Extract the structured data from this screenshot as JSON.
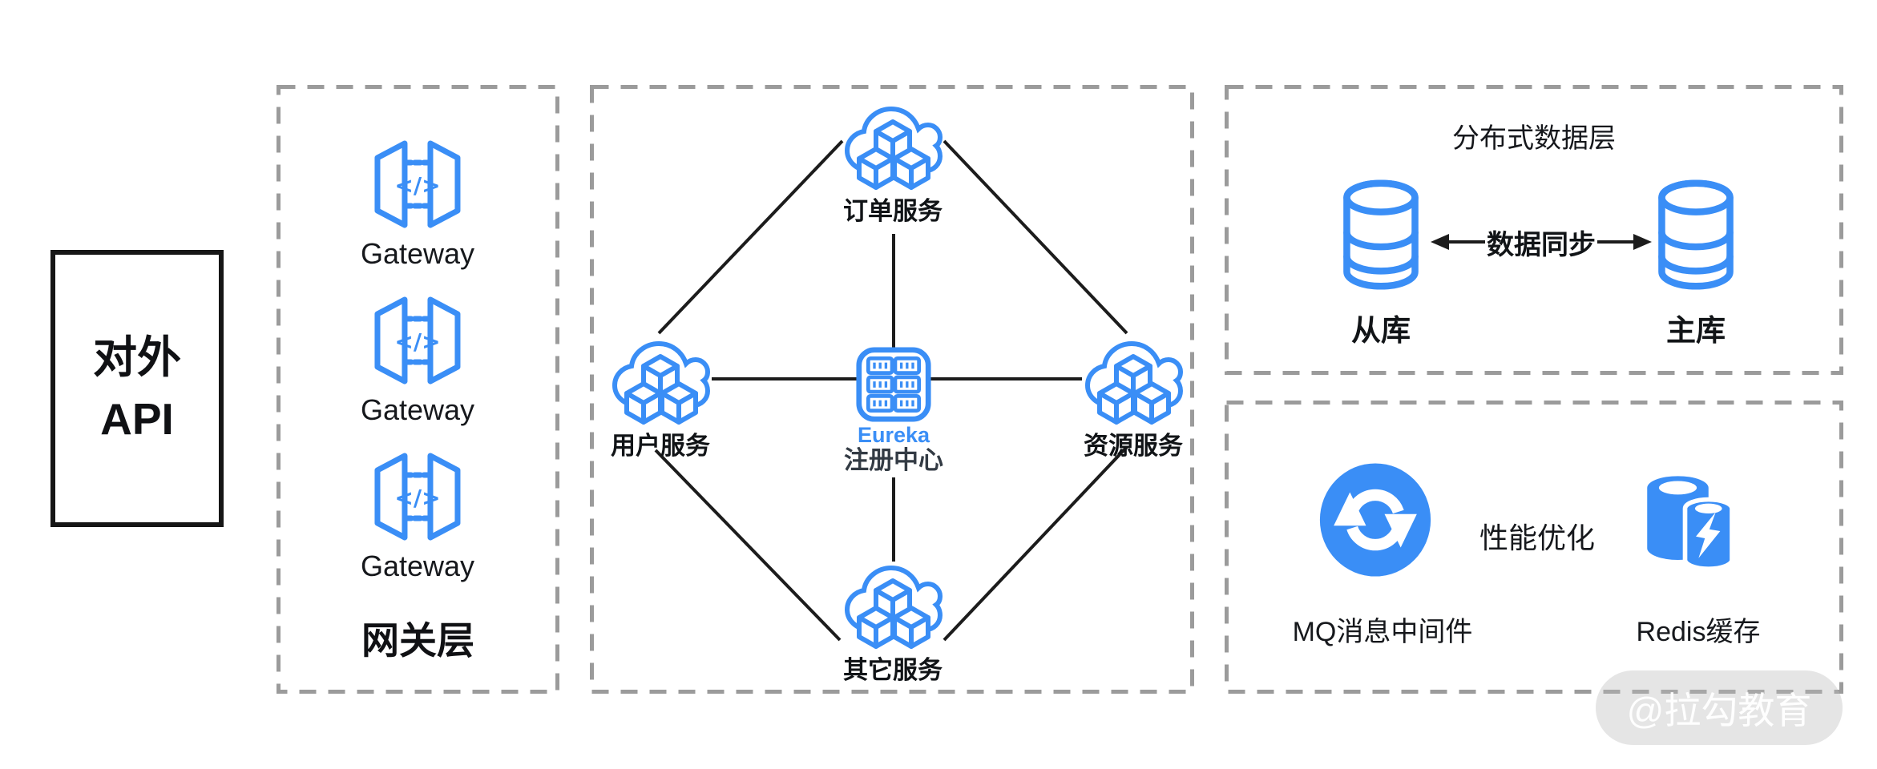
{
  "colors": {
    "icon_blue": "#3A8EF6",
    "line_black": "#1C1C1C",
    "dash_gray": "#9B9B9B",
    "text_dark": "#16181C",
    "registry_text": "#333B44",
    "watermark_bg": "rgba(187,187,187,0.38)",
    "watermark_text": "rgba(255,255,255,0.95)"
  },
  "api_box": {
    "line1": "对外",
    "line2": "API"
  },
  "gateway_layer": {
    "title": "网关层",
    "icon_glyph": "</>",
    "items": [
      {
        "label": "Gateway"
      },
      {
        "label": "Gateway"
      },
      {
        "label": "Gateway"
      }
    ]
  },
  "service_mesh": {
    "nodes": {
      "order": {
        "label": "订单服务"
      },
      "user": {
        "label": "用户服务"
      },
      "resource": {
        "label": "资源服务"
      },
      "other": {
        "label": "其它服务"
      },
      "registry": {
        "name": "Eureka",
        "label": "注册中心"
      }
    },
    "edges": [
      {
        "from": "订单服务",
        "to": "用户服务"
      },
      {
        "from": "订单服务",
        "to": "资源服务"
      },
      {
        "from": "用户服务",
        "to": "其它服务"
      },
      {
        "from": "资源服务",
        "to": "其它服务"
      },
      {
        "from": "订单服务",
        "to": "注册中心"
      },
      {
        "from": "用户服务",
        "to": "注册中心"
      },
      {
        "from": "资源服务",
        "to": "注册中心"
      },
      {
        "from": "其它服务",
        "to": "注册中心"
      }
    ]
  },
  "data_layer": {
    "title": "分布式数据层",
    "sync_label": "数据同步",
    "databases": [
      {
        "label": "从库"
      },
      {
        "label": "主库"
      }
    ]
  },
  "performance_layer": {
    "title": "性能优化",
    "items": [
      {
        "label": "MQ消息中间件"
      },
      {
        "label": "Redis缓存"
      }
    ]
  },
  "watermark": {
    "text": "@拉勾教育"
  }
}
